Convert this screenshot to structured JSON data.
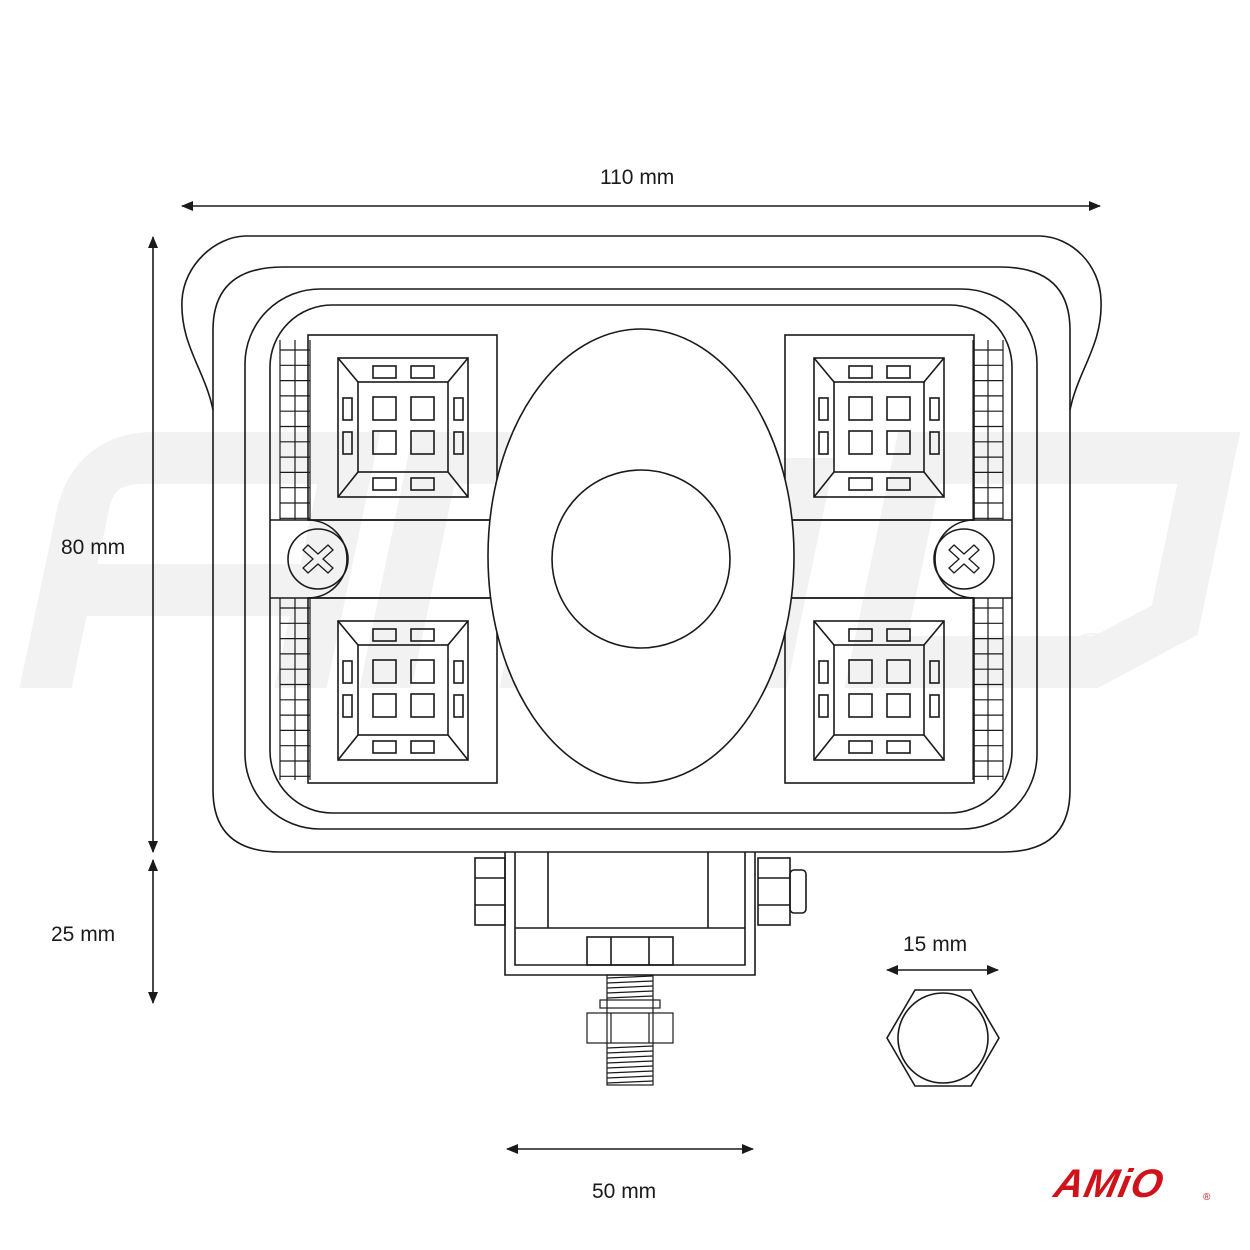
{
  "watermark": "AMIO",
  "dimensions": {
    "width": "110 mm",
    "height": "80 mm",
    "bracket_height": "25 mm",
    "bracket_width": "50 mm",
    "nut_size": "15 mm"
  },
  "logo": {
    "text": "AMiO",
    "registered": "®",
    "color": "#d0121b"
  }
}
